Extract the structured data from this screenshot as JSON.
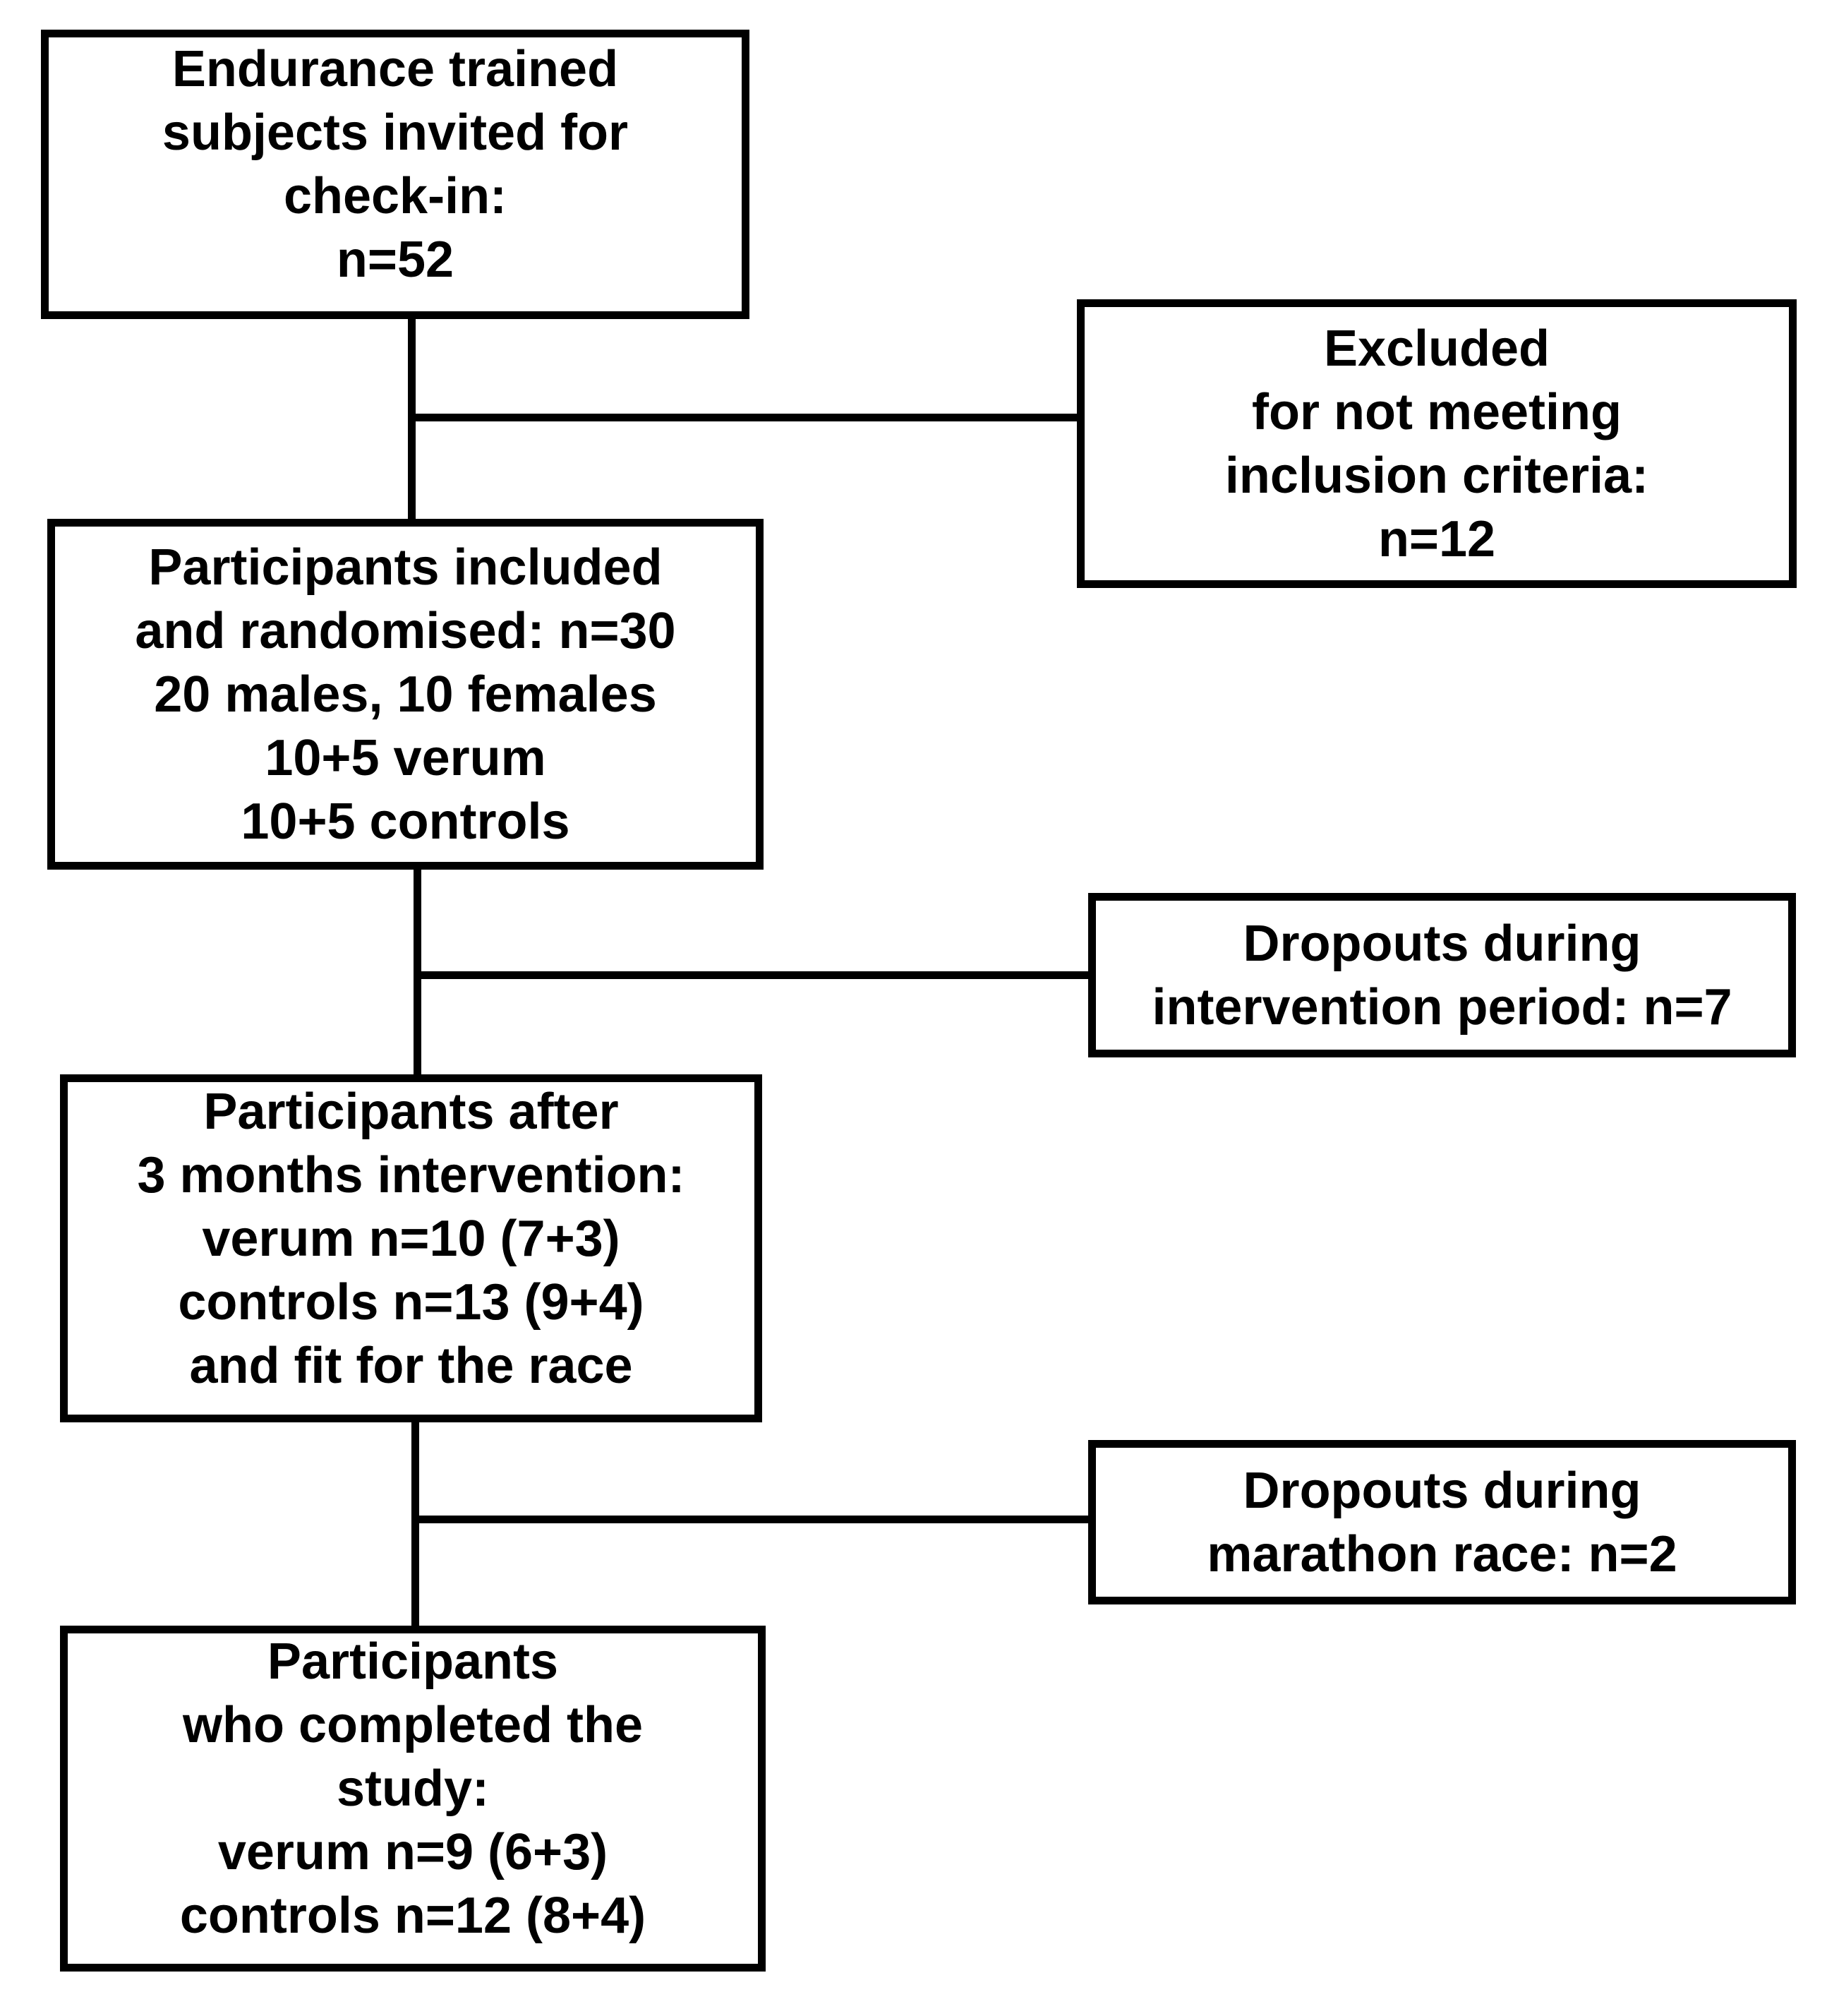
{
  "diagram": {
    "background_color": "#ffffff",
    "ink_color": "#000000",
    "boxes": {
      "invited": {
        "lines": [
          "Endurance trained",
          "subjects invited for",
          "check-in:",
          "n=52"
        ]
      },
      "excluded": {
        "lines": [
          "Excluded",
          "for not meeting",
          "inclusion criteria:",
          "n=12"
        ]
      },
      "randomised": {
        "lines": [
          "Participants included",
          "and randomised: n=30",
          "20 males, 10 females",
          "10+5 verum",
          "10+5 controls"
        ]
      },
      "dropouts_intervention": {
        "lines": [
          "Dropouts during",
          "intervention period: n=7"
        ]
      },
      "after_intervention": {
        "lines": [
          "Participants after",
          "3 months intervention:",
          "verum n=10 (7+3)",
          "controls n=13 (9+4)",
          "and fit for the race"
        ]
      },
      "dropouts_marathon": {
        "lines": [
          "Dropouts during",
          "marathon race: n=2"
        ]
      },
      "completed": {
        "lines": [
          "Participants",
          "who completed the",
          "study:",
          "verum n=9 (6+3)",
          "controls n=12 (8+4)"
        ]
      }
    }
  }
}
